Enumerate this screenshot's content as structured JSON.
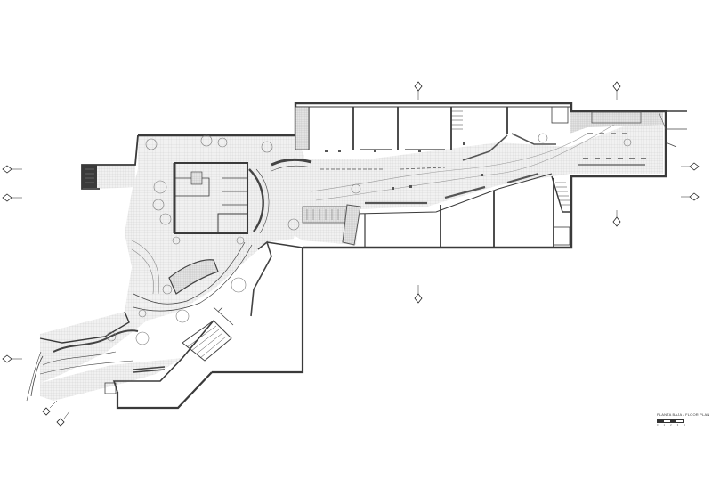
{
  "legend": {
    "title": "PLANTA BAJA / FLOOR PLAN",
    "scale_ticks": [
      "0",
      "1",
      "2",
      "3",
      "4"
    ]
  },
  "colors": {
    "wall": "#3a3a3a",
    "hatch": "#cfcfcf",
    "line": "#555555",
    "paper": "#ffffff"
  }
}
